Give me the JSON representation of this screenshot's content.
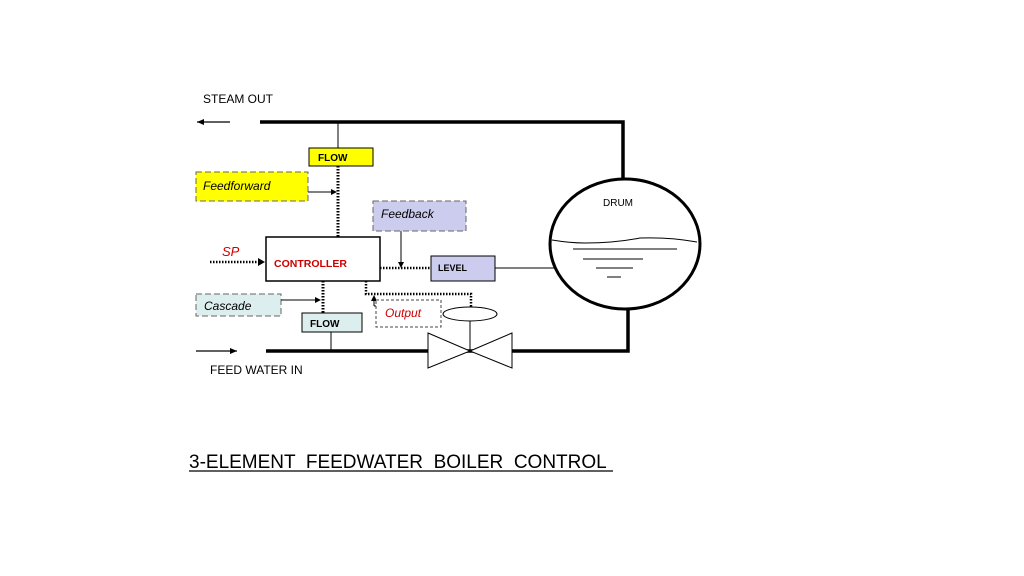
{
  "diagram": {
    "title": "3-ELEMENT  FEEDWATER  BOILER  CONTROL",
    "labels": {
      "steam_out": "STEAM OUT",
      "feed_water_in": "FEED WATER IN",
      "drum": "DRUM",
      "sp": "SP"
    },
    "blocks": {
      "steam_flow": {
        "label": "FLOW",
        "fill": "#ffff00"
      },
      "feedforward": {
        "label": "Feedforward",
        "fill": "#ffff00"
      },
      "feedback": {
        "label": "Feedback",
        "fill": "#ccccee"
      },
      "controller": {
        "label": "CONTROLLER",
        "fill": "#ffffff",
        "text_color": "#cc0000"
      },
      "level": {
        "label": "LEVEL",
        "fill": "#ccccee"
      },
      "cascade": {
        "label": "Cascade",
        "fill": "#ddeeee"
      },
      "feed_flow": {
        "label": "FLOW",
        "fill": "#ddeeee"
      },
      "output": {
        "label": "Output",
        "fill": "#ffffff",
        "text_color": "#cc0000"
      }
    },
    "colors": {
      "line": "#000000",
      "accent_red": "#cc0000"
    }
  }
}
